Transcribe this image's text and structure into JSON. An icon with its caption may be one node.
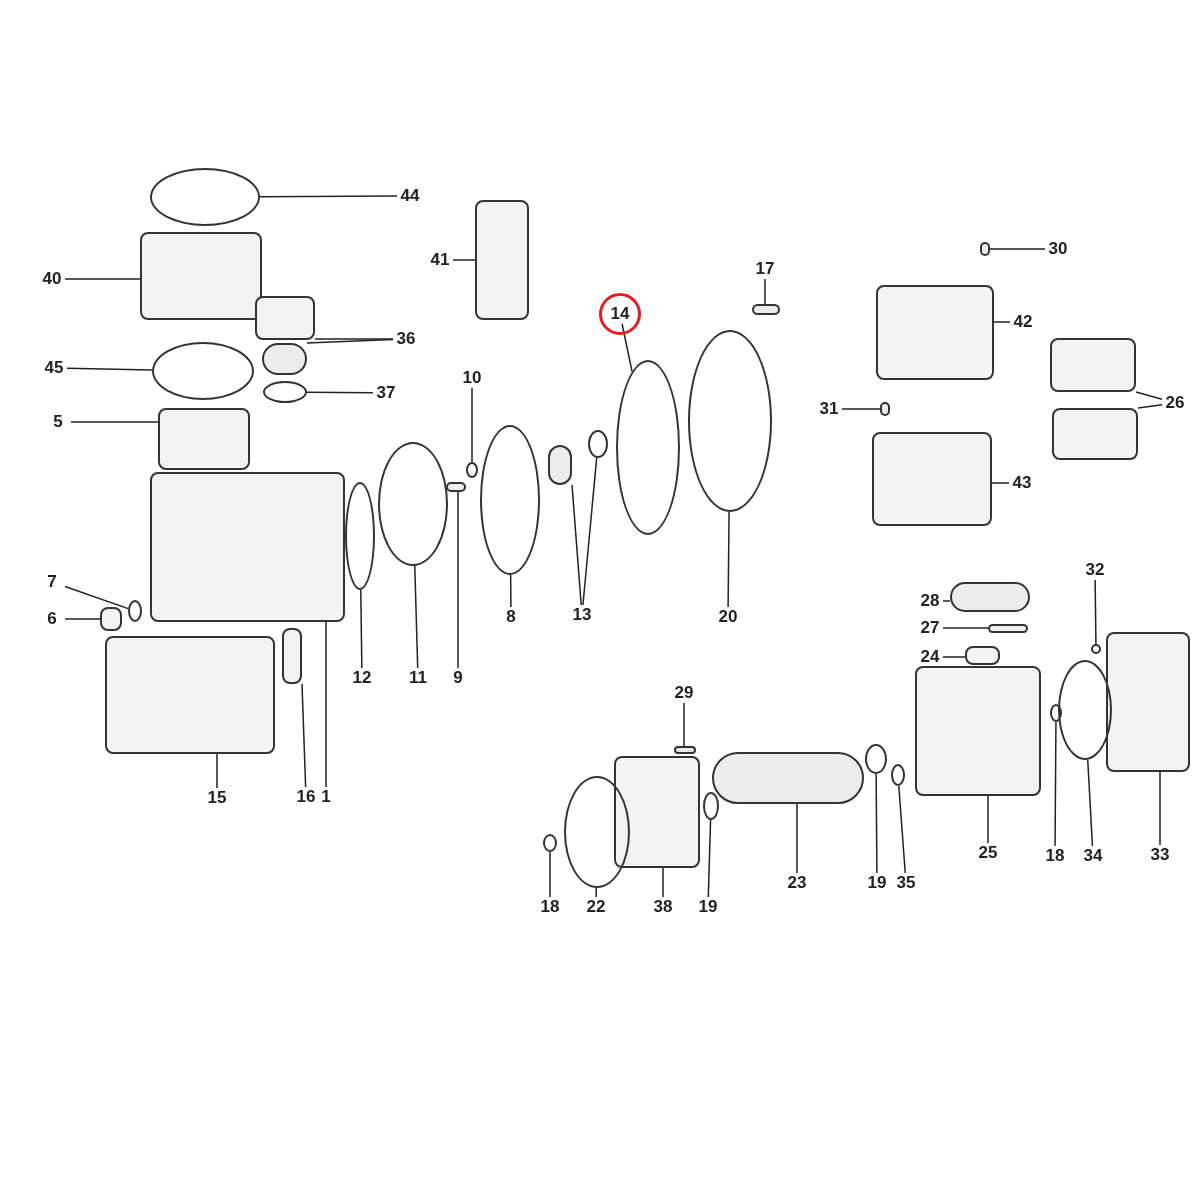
{
  "diagram": {
    "nodes": [
      {
        "text": [
          "44"
        ]
      },
      {
        "text": [],
        "shape": "circle"
      },
      {
        "text": [
          "40"
        ]
      },
      {
        "text": [],
        "shape": "box"
      },
      {
        "text": [
          "45"
        ]
      },
      {
        "text": [],
        "shape": "circle"
      },
      {
        "text": [
          "5"
        ]
      },
      {
        "text": [],
        "shape": "box"
      },
      {
        "text": [
          "36"
        ]
      },
      {
        "text": [],
        "shape": "box"
      },
      {
        "text": [],
        "shape": "cylinder"
      },
      {
        "text": [
          "37"
        ]
      },
      {
        "text": [],
        "shape": "circle"
      },
      {
        "text": [
          "7"
        ]
      },
      {
        "text": [],
        "shape": "circle"
      },
      {
        "text": [
          "6"
        ]
      },
      {
        "text": [],
        "shape": "box"
      },
      {
        "text": [
          "15"
        ]
      },
      {
        "text": [],
        "shape": "box"
      },
      {
        "text": [
          "16"
        ]
      },
      {
        "text": [],
        "shape": "box"
      },
      {
        "text": [
          "1"
        ]
      },
      {
        "text": [],
        "shape": "box"
      },
      {
        "text": [
          "12"
        ]
      },
      {
        "text": [],
        "shape": "circle"
      },
      {
        "text": [
          "11"
        ]
      },
      {
        "text": [],
        "shape": "circle"
      },
      {
        "text": [
          "9"
        ]
      },
      {
        "text": [],
        "shape": "cylinder"
      },
      {
        "text": [
          "10"
        ]
      },
      {
        "text": [],
        "shape": "circle"
      },
      {
        "text": [
          "8"
        ]
      },
      {
        "text": [],
        "shape": "circle"
      },
      {
        "text": [
          "13"
        ]
      },
      {
        "text": [],
        "shape": "cylinder"
      },
      {
        "text": [],
        "shape": "circle"
      },
      {
        "text": [
          "14"
        ]
      },
      {
        "text": [],
        "shape": "circle"
      },
      {
        "text": [
          "20"
        ]
      },
      {
        "text": [],
        "shape": "circle"
      },
      {
        "text": [
          "41"
        ]
      },
      {
        "text": [],
        "shape": "box"
      },
      {
        "text": [
          "17"
        ]
      },
      {
        "text": [],
        "shape": "cylinder"
      },
      {
        "text": [
          "42"
        ]
      },
      {
        "text": [],
        "shape": "box"
      },
      {
        "text": [
          "30"
        ]
      },
      {
        "text": [],
        "shape": "cylinder"
      },
      {
        "text": [
          "31"
        ]
      },
      {
        "text": [],
        "shape": "cylinder"
      },
      {
        "text": [
          "43"
        ]
      },
      {
        "text": [],
        "shape": "box"
      },
      {
        "text": [
          "26"
        ]
      },
      {
        "text": [],
        "shape": "box"
      },
      {
        "text": [],
        "shape": "box"
      },
      {
        "text": [
          "28"
        ]
      },
      {
        "text": [],
        "shape": "cylinder"
      },
      {
        "text": [
          "27"
        ]
      },
      {
        "text": [],
        "shape": "cylinder"
      },
      {
        "text": [
          "24"
        ]
      },
      {
        "text": [],
        "shape": "box"
      },
      {
        "text": [
          "32"
        ]
      },
      {
        "text": [],
        "shape": "circle"
      },
      {
        "text": [
          "33"
        ]
      },
      {
        "text": [],
        "shape": "box"
      },
      {
        "text": [
          "34"
        ]
      },
      {
        "text": [],
        "shape": "circle"
      },
      {
        "text": [
          "18"
        ]
      },
      {
        "text": [],
        "shape": "circle"
      },
      {
        "text": [
          "25"
        ]
      },
      {
        "text": [],
        "shape": "box"
      },
      {
        "text": [
          "35"
        ]
      },
      {
        "text": [],
        "shape": "circle"
      },
      {
        "text": [
          "19"
        ]
      },
      {
        "text": [],
        "shape": "circle"
      },
      {
        "text": [
          "23"
        ]
      },
      {
        "text": [],
        "shape": "cylinder"
      },
      {
        "text": [
          "29"
        ]
      },
      {
        "text": [],
        "shape": "cylinder"
      },
      {
        "text": [
          "38"
        ]
      },
      {
        "text": [],
        "shape": "box"
      },
      {
        "text": [
          "19"
        ]
      },
      {
        "text": [],
        "shape": "circle"
      },
      {
        "text": [
          "22"
        ]
      },
      {
        "text": [],
        "shape": "circle"
      },
      {
        "text": [
          "18"
        ]
      },
      {
        "text": [],
        "shape": "circle"
      }
    ],
    "edges": [
      {
        "from": 0,
        "to": 1,
        "arrow": "none"
      },
      {
        "from": 2,
        "to": 3,
        "arrow": "none"
      },
      {
        "from": 4,
        "to": 5,
        "arrow": "none"
      },
      {
        "from": 6,
        "to": 7,
        "arrow": "none"
      },
      {
        "from": 8,
        "to": 9,
        "arrow": "none"
      },
      {
        "from": 8,
        "to": 10,
        "arrow": "none"
      },
      {
        "from": 11,
        "to": 12,
        "arrow": "none"
      },
      {
        "from": 13,
        "to": 14,
        "arrow": "none"
      },
      {
        "from": 15,
        "to": 16,
        "arrow": "none"
      },
      {
        "from": 17,
        "to": 18,
        "arrow": "none"
      },
      {
        "from": 19,
        "to": 20,
        "arrow": "none"
      },
      {
        "from": 21,
        "to": 22,
        "arrow": "none"
      },
      {
        "from": 23,
        "to": 24,
        "arrow": "none"
      },
      {
        "from": 25,
        "to": 26,
        "arrow": "none"
      },
      {
        "from": 27,
        "to": 28,
        "arrow": "none"
      },
      {
        "from": 29,
        "to": 30,
        "arrow": "none"
      },
      {
        "from": 31,
        "to": 32,
        "arrow": "none"
      },
      {
        "from": 33,
        "to": 34,
        "arrow": "none"
      },
      {
        "from": 33,
        "to": 35,
        "arrow": "none"
      },
      {
        "from": 36,
        "to": 37,
        "arrow": "none"
      },
      {
        "from": 38,
        "to": 39,
        "arrow": "none"
      },
      {
        "from": 40,
        "to": 41,
        "arrow": "none"
      },
      {
        "from": 42,
        "to": 43,
        "arrow": "none"
      },
      {
        "from": 44,
        "to": 45,
        "arrow": "none"
      },
      {
        "from": 46,
        "to": 47,
        "arrow": "none"
      },
      {
        "from": 48,
        "to": 49,
        "arrow": "none"
      },
      {
        "from": 50,
        "to": 51,
        "arrow": "none"
      },
      {
        "from": 52,
        "to": 53,
        "arrow": "none"
      },
      {
        "from": 52,
        "to": 54,
        "arrow": "none"
      },
      {
        "from": 55,
        "to": 56,
        "arrow": "none"
      },
      {
        "from": 57,
        "to": 58,
        "arrow": "none"
      },
      {
        "from": 59,
        "to": 60,
        "arrow": "none"
      },
      {
        "from": 61,
        "to": 62,
        "arrow": "none"
      },
      {
        "from": 63,
        "to": 64,
        "arrow": "none"
      },
      {
        "from": 65,
        "to": 66,
        "arrow": "none"
      },
      {
        "from": 67,
        "to": 68,
        "arrow": "none"
      },
      {
        "from": 69,
        "to": 70,
        "arrow": "none"
      },
      {
        "from": 71,
        "to": 72,
        "arrow": "none"
      },
      {
        "from": 73,
        "to": 74,
        "arrow": "none"
      },
      {
        "from": 75,
        "to": 76,
        "arrow": "none"
      },
      {
        "from": 77,
        "to": 78,
        "arrow": "none"
      },
      {
        "from": 79,
        "to": 80,
        "arrow": "none"
      },
      {
        "from": 81,
        "to": 82,
        "arrow": "none"
      },
      {
        "from": 83,
        "to": 84,
        "arrow": "none"
      },
      {
        "from": 85,
        "to": 86,
        "arrow": "none"
      }
    ]
  }
}
